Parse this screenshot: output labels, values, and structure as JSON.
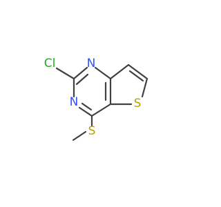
{
  "molecule": {
    "atoms": {
      "cl": {
        "label": "Cl",
        "color": "#1fae1f"
      },
      "n1": {
        "label": "N",
        "color": "#3050f8"
      },
      "n3": {
        "label": "N",
        "color": "#3050f8"
      },
      "s_ring": {
        "label": "S",
        "color": "#b8a000"
      },
      "s_methyl": {
        "label": "S",
        "color": "#b8a000"
      }
    },
    "bond_color": "#404040"
  }
}
